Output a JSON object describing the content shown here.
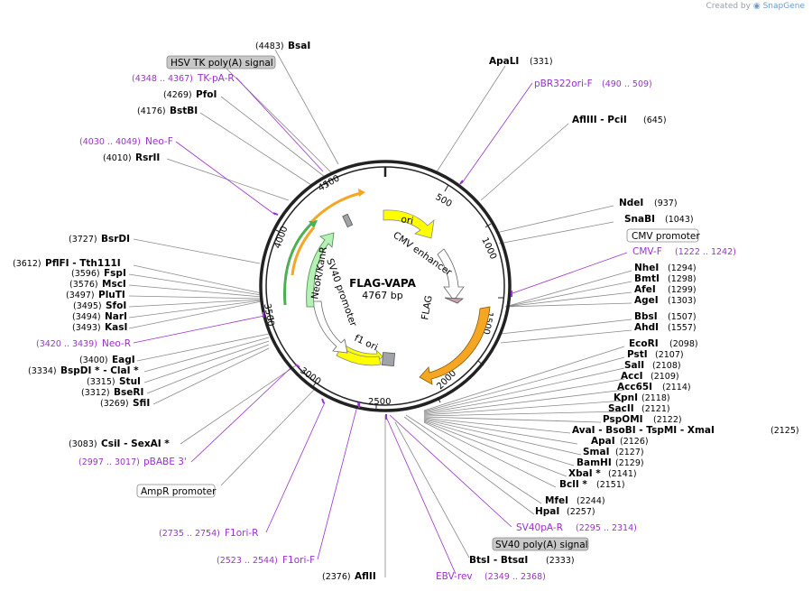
{
  "credit": {
    "prefix": "Created by",
    "brand": "SnapGene"
  },
  "plasmid": {
    "name": "FLAG-VAPA",
    "size": "4767 bp"
  },
  "ticks": [
    "500",
    "1000",
    "1500",
    "2000",
    "2500",
    "3000",
    "3500",
    "4000",
    "4500"
  ],
  "features": {
    "ori": "ori",
    "cmv_enhancer": "CMV enhancer",
    "flag": "FLAG",
    "f1_ori": "f1 ori",
    "sv40_promoter": "SV40 promoter",
    "neo": "NeoR/KanR"
  },
  "boxed": {
    "hsv": "HSV TK poly(A) signal",
    "cmv_promoter": "CMV promoter",
    "sv40_polya": "SV40 poly(A) signal",
    "ampr_promoter": "AmpR promoter"
  },
  "sites_right": [
    {
      "name": "ApaLI",
      "pos": "(331)"
    },
    {
      "name": "AflIII - PciI",
      "pos": "(645)"
    },
    {
      "name": "NdeI",
      "pos": "(937)"
    },
    {
      "name": "SnaBI",
      "pos": "(1043)"
    },
    {
      "name": "NheI",
      "pos": "(1294)"
    },
    {
      "name": "BmtI",
      "pos": "(1298)"
    },
    {
      "name": "AfeI",
      "pos": "(1299)"
    },
    {
      "name": "AgeI",
      "pos": "(1303)"
    },
    {
      "name": "BbsI",
      "pos": "(1507)"
    },
    {
      "name": "AhdI",
      "pos": "(1557)"
    },
    {
      "name": "EcoRI",
      "pos": "(2098)"
    },
    {
      "name": "PstI",
      "pos": "(2107)"
    },
    {
      "name": "SalI",
      "pos": "(2108)"
    },
    {
      "name": "AccI",
      "pos": "(2109)"
    },
    {
      "name": "Acc65I",
      "pos": "(2114)"
    },
    {
      "name": "KpnI",
      "pos": "(2118)"
    },
    {
      "name": "SacII",
      "pos": "(2121)"
    },
    {
      "name": "PspOMI",
      "pos": "(2122)"
    },
    {
      "name": "AvaI - BsoBI - TspMI - XmaI",
      "pos": "(2125)"
    },
    {
      "name": "ApaI",
      "pos": "(2126)"
    },
    {
      "name": "SmaI",
      "pos": "(2127)"
    },
    {
      "name": "BamHI",
      "pos": "(2129)"
    },
    {
      "name": "XbaI *",
      "pos": "(2141)"
    },
    {
      "name": "BclI *",
      "pos": "(2151)"
    },
    {
      "name": "MfeI",
      "pos": "(2244)"
    },
    {
      "name": "HpaI",
      "pos": "(2257)"
    },
    {
      "name": "BtsI - BtsαI",
      "pos": "(2333)"
    }
  ],
  "sites_left": [
    {
      "name": "BsaI",
      "pos": "(4483)"
    },
    {
      "name": "PfoI",
      "pos": "(4269)"
    },
    {
      "name": "BstBI",
      "pos": "(4176)"
    },
    {
      "name": "RsrII",
      "pos": "(4010)"
    },
    {
      "name": "BsrDI",
      "pos": "(3727)"
    },
    {
      "name": "PflFI - Tth111I",
      "pos": "(3612)"
    },
    {
      "name": "FspI",
      "pos": "(3596)"
    },
    {
      "name": "MscI",
      "pos": "(3576)"
    },
    {
      "name": "PluTI",
      "pos": "(3497)"
    },
    {
      "name": "SfoI",
      "pos": "(3495)"
    },
    {
      "name": "NarI",
      "pos": "(3494)"
    },
    {
      "name": "KasI",
      "pos": "(3493)"
    },
    {
      "name": "EagI",
      "pos": "(3400)"
    },
    {
      "name": "BspDI * - ClaI *",
      "pos": "(3334)"
    },
    {
      "name": "StuI",
      "pos": "(3315)"
    },
    {
      "name": "BseRI",
      "pos": "(3312)"
    },
    {
      "name": "SfiI",
      "pos": "(3269)"
    },
    {
      "name": "CsiI - SexAI *",
      "pos": "(3083)"
    },
    {
      "name": "AflII",
      "pos": "(2376)"
    }
  ],
  "primers": [
    {
      "name": "TK-pA-R",
      "pos": "(4348 .. 4367)"
    },
    {
      "name": "pBR322ori-F",
      "pos": "(490 .. 509)"
    },
    {
      "name": "Neo-F",
      "pos": "(4030 .. 4049)"
    },
    {
      "name": "CMV-F",
      "pos": "(1222 .. 1242)"
    },
    {
      "name": "Neo-R",
      "pos": "(3420 .. 3439)"
    },
    {
      "name": "pBABE 3'",
      "pos": "(2997 .. 3017)"
    },
    {
      "name": "SV40pA-R",
      "pos": "(2295 .. 2314)"
    },
    {
      "name": "F1ori-R",
      "pos": "(2735 .. 2754)"
    },
    {
      "name": "F1ori-F",
      "pos": "(2523 .. 2544)"
    },
    {
      "name": "EBV-rev",
      "pos": "(2349 .. 2368)"
    }
  ]
}
